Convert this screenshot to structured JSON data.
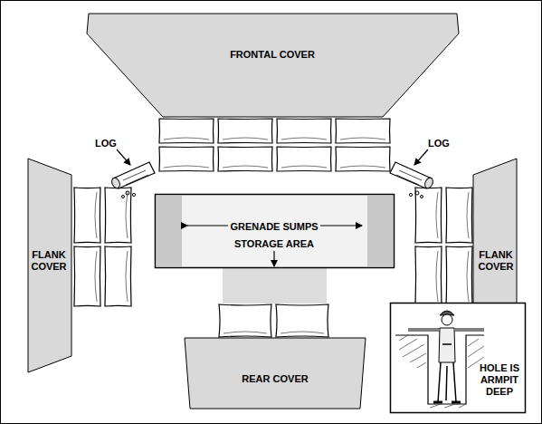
{
  "diagram": {
    "nodes": [
      {
        "text": [
          "FRONTAL COVER"
        ]
      },
      {
        "text": [
          "FLANK COVER"
        ]
      },
      {
        "text": [
          "GRENADE SUMPS",
          "STORAGE AREA"
        ]
      },
      {
        "text": [
          "FLANK COVER"
        ]
      },
      {
        "text": [
          "REAR COVER"
        ]
      },
      {
        "text": [
          "HOLE IS ARMPIT DEEP"
        ]
      }
    ],
    "labels": [
      "LOG",
      "LOG"
    ]
  }
}
